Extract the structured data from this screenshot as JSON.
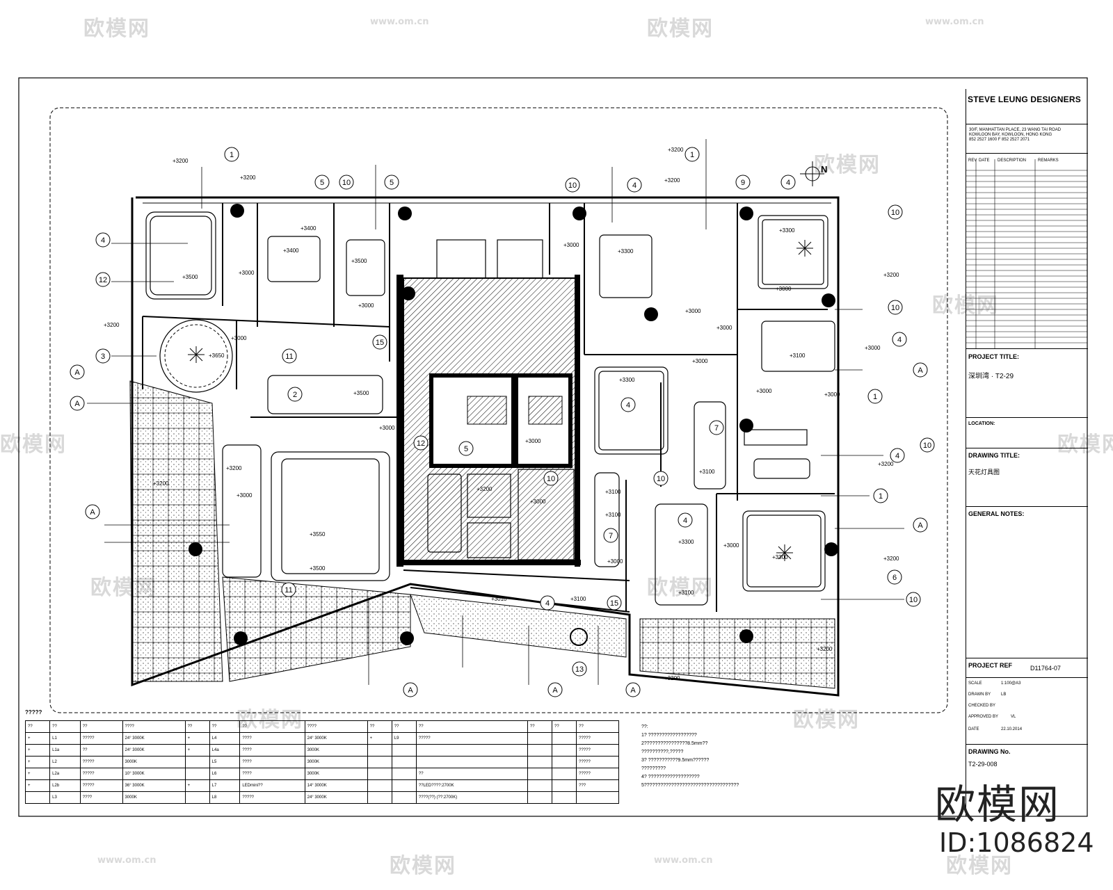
{
  "watermarks": {
    "brand": "欧模网",
    "url": "www.om.cn"
  },
  "title_block": {
    "firm": "STEVE LEUNG DESIGNERS",
    "address_lines": [
      "30/F, MANHATTAN PLACE, 23 WANG TAI ROAD",
      "KOWLOON BAY, KOWLOON, HONG KONG",
      "852 2527 1600 F 852 2527 2071"
    ],
    "rev_headers": [
      "REV",
      "DATE",
      "DESCRIPTION",
      "REMARKS"
    ],
    "project_title_label": "PROJECT TITLE:",
    "project_title": "深圳湾 · T2-29",
    "location_label": "LOCATION:",
    "drawing_title_label": "DRAWING TITLE:",
    "drawing_title": "天花灯具图",
    "general_notes_label": "GENERAL NOTES:",
    "project_ref_label": "PROJECT REF",
    "project_ref": "D11764-07",
    "scale_label": "SCALE",
    "scale": "1:100@A3",
    "drawn_by_label": "DRAWN BY",
    "drawn_by": "LB",
    "checked_by_label": "CHECKED BY",
    "approved_by_label": "APPROVED BY",
    "approved_by": "VL",
    "date_label": "DATE",
    "date": "22.10.2014",
    "drawing_no_label": "DRAWING No.",
    "drawing_no": "T2-29-008"
  },
  "legend": {
    "title": "?????",
    "headers": [
      "??",
      "??",
      "??",
      "????",
      "??",
      "??",
      "??",
      "????",
      "??",
      "??",
      "??",
      "??",
      "??",
      "??"
    ],
    "rows": [
      [
        "+",
        "L1",
        "?????",
        "24° 3000K",
        "+",
        "L4",
        "????",
        "24° 3000K",
        "+",
        "L9",
        "?????",
        "",
        "",
        "?????"
      ],
      [
        "+",
        "L1a",
        "??",
        "24° 3000K",
        "+",
        "L4a",
        "????",
        "3000K",
        "",
        "",
        "",
        "",
        "",
        "?????"
      ],
      [
        "+",
        "L2",
        "?????",
        "3000K",
        "",
        "L5",
        "????",
        "3000K",
        "",
        "",
        "",
        "",
        "",
        "?????"
      ],
      [
        "+",
        "L2a",
        "?????",
        "10° 3000K",
        "",
        "L6",
        "????",
        "3000K",
        "",
        "",
        "??",
        "",
        "",
        "?????"
      ],
      [
        "+",
        "L2b",
        "?????",
        "36° 3000K",
        "+",
        "L7",
        "LEDmini??",
        "14° 3000K",
        "",
        "",
        "??LED????:2700K",
        "",
        "",
        "???"
      ],
      [
        "",
        "L3",
        "????",
        "3000K",
        "",
        "L8",
        "?????",
        "24° 3000K",
        "",
        "",
        "????(??) (??:2700K)",
        "",
        "",
        ""
      ]
    ]
  },
  "notes": {
    "title": "??:",
    "lines": [
      "1? ??????????????????",
      "2????????????????8.5mm??",
      "??????????,?????",
      "3? ???????????9.5mm??????",
      "?????????",
      "4? ???????????????????",
      "5???????????????????????????????????"
    ]
  },
  "plan": {
    "heights": [
      "+3200",
      "+3000",
      "+3400",
      "+3500",
      "+3300",
      "+3100",
      "+3650",
      "+3550",
      "+3010"
    ],
    "north_label": "N",
    "image_id": "ID:1086824"
  }
}
